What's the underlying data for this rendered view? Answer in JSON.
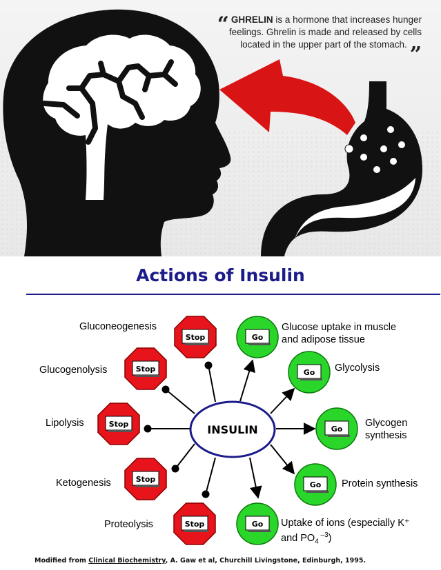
{
  "quote": {
    "highlight": "GHRELIN",
    "line1_rest": " is a hormone that increases hunger",
    "line2": "feelings. Ghrelin is made and released by cells",
    "line3": "located in the upper part of the stomach."
  },
  "title": "Actions of Insulin",
  "center": "INSULIN",
  "stop_text": "Stop",
  "go_text": "Go",
  "labels": {
    "gluconeogenesis": "Gluconeogenesis",
    "glucogenolysis": "Glucogenolysis",
    "lipolysis": "Lipolysis",
    "ketogenesis": "Ketogenesis",
    "proteolysis": "Proteolysis",
    "glucose_line1": "Glucose uptake in muscle",
    "glucose_line2": "and adipose tissue",
    "glycolysis": "Glycolysis",
    "glycogen_line1": "Glycogen",
    "glycogen_line2": "synthesis",
    "protein": "Protein synthesis",
    "ions_line1": "Uptake of ions (especially K⁺",
    "ions_line2_a": "and PO",
    "ions_sub": "4",
    "ions_sup": " –3",
    "ions_close": ")"
  },
  "credit": {
    "prefix": "Modified from ",
    "book": "Clinical Biochemistry",
    "suffix": ", A. Gaw et al, Churchill Livingstone, Edinburgh, 1995."
  },
  "colors": {
    "stop_fill": "#e8141c",
    "go_fill": "#2bd62b",
    "title": "#1b1b8a",
    "arrow_red": "#d81414",
    "ellipse_stroke": "#1b1b8a"
  }
}
